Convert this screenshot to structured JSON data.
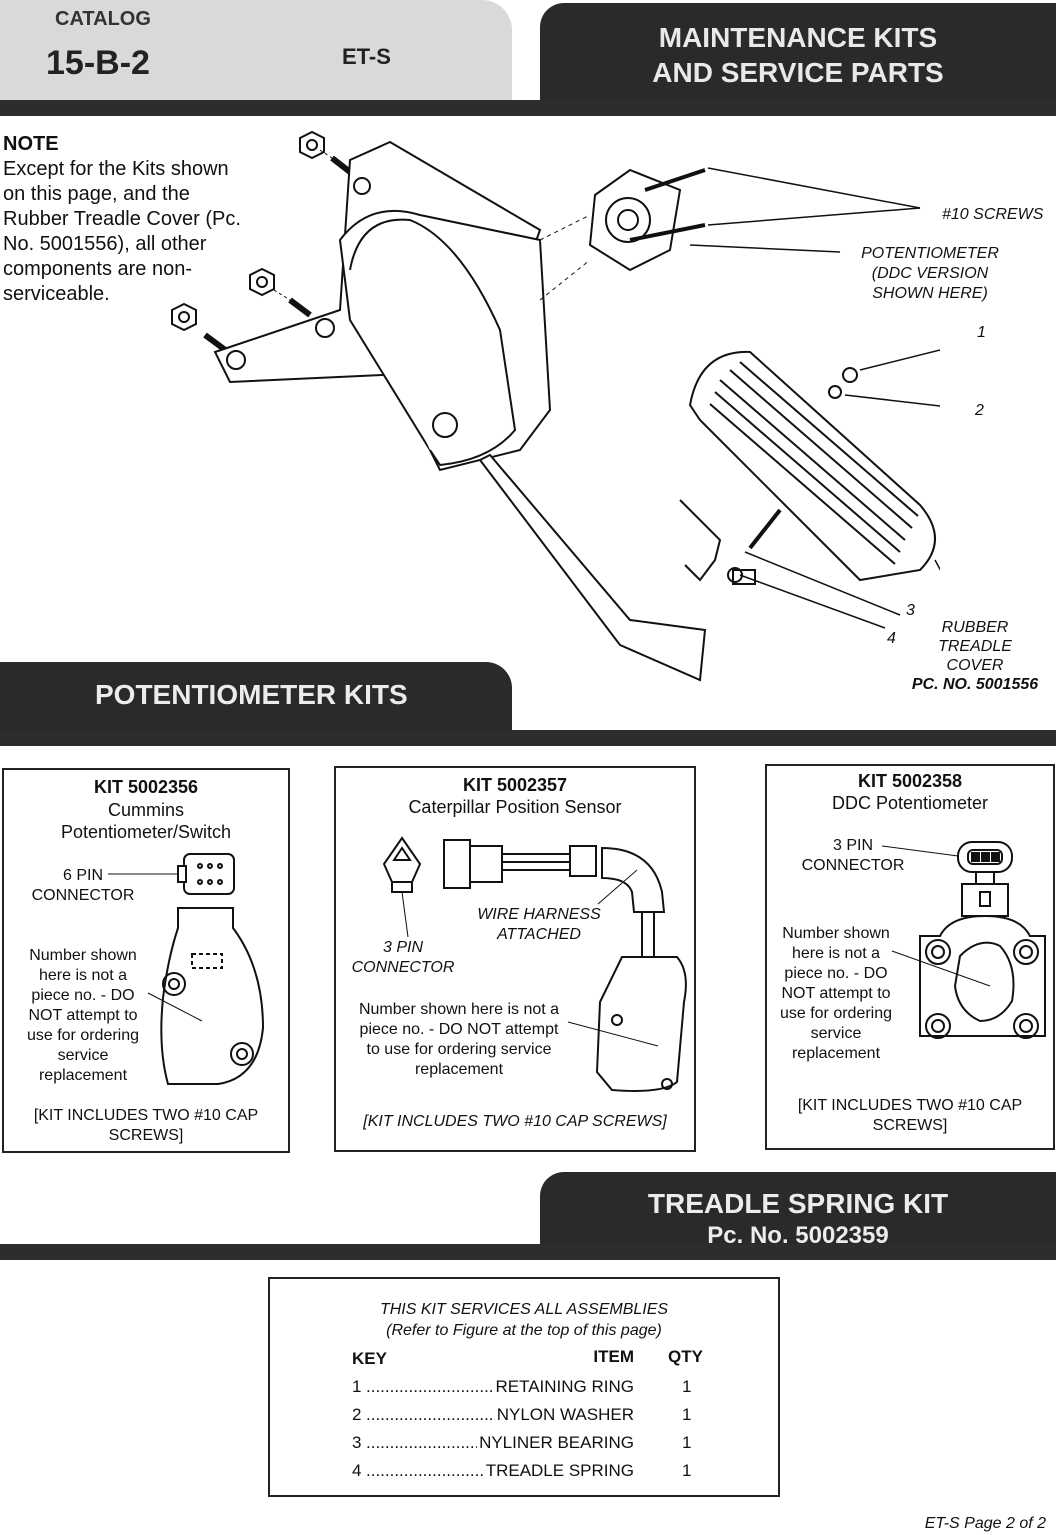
{
  "header": {
    "catalog_label": "CATALOG",
    "catalog_number": "15-B-2",
    "model": "ET-S",
    "title_line1": "MAINTENANCE KITS",
    "title_line2": "AND SERVICE PARTS"
  },
  "note": {
    "title": "NOTE",
    "body": "Except for the Kits shown on this page, and the Rubber Treadle Cover (Pc. No. 5001556), all other components are non-serviceable."
  },
  "figure": {
    "screws": "#10 SCREWS",
    "pot_line1": "POTENTIOMETER",
    "pot_line2": "(DDC VERSION",
    "pot_line3": "SHOWN HERE)",
    "key1": "1",
    "key2": "2",
    "key3": "3",
    "key4": "4",
    "cover_line1": "RUBBER",
    "cover_line2": "TREADLE",
    "cover_line3": "COVER",
    "cover_pc": "PC. NO. 5001556"
  },
  "potentiometer_kits": {
    "section_title": "POTENTIOMETER KITS",
    "kits": [
      {
        "kit": "KIT 5002356",
        "line1": "Cummins",
        "line2": "Potentiometer/Switch",
        "conn1": "6 PIN",
        "conn2": "CONNECTOR",
        "n1": "Number shown",
        "n2": "here is not a",
        "n3": "piece no. - DO",
        "n4": "NOT attempt to",
        "n5": "use for ordering",
        "n6": "service",
        "n7": "replacement",
        "includes1": "[KIT INCLUDES TWO #10 CAP",
        "includes2": "SCREWS]"
      },
      {
        "kit": "KIT 5002357",
        "line1": "Caterpillar Position Sensor",
        "harness1": "WIRE HARNESS",
        "harness2": "ATTACHED",
        "conn1": "3 PIN",
        "conn2": "CONNECTOR",
        "n1": "Number shown here is not a",
        "n2": "piece no. - DO NOT attempt",
        "n3": "to use for ordering service",
        "n4": "replacement",
        "includes": "[KIT INCLUDES TWO #10 CAP SCREWS]"
      },
      {
        "kit": "KIT  5002358",
        "line1": "DDC Potentiometer",
        "conn1": "3 PIN",
        "conn2": "CONNECTOR",
        "n1": "Number shown",
        "n2": "here is not a",
        "n3": "piece no. - DO",
        "n4": "NOT attempt to",
        "n5": "use for ordering",
        "n6": "service",
        "n7": "replacement",
        "includes1": "[KIT INCLUDES TWO #10 CAP",
        "includes2": "SCREWS]"
      }
    ]
  },
  "spring_kit": {
    "title": "TREADLE SPRING KIT",
    "pc": "Pc. No. 5002359",
    "services": "THIS KIT SERVICES ALL ASSEMBLIES",
    "refer": "(Refer to Figure at the top of this page)",
    "col_key": "KEY",
    "col_item": "ITEM",
    "col_qty": "QTY",
    "rows": [
      {
        "key": "1",
        "item": "RETAINING RING",
        "qty": "1"
      },
      {
        "key": "2",
        "item": "NYLON WASHER",
        "qty": "1"
      },
      {
        "key": "3",
        "item": "NYLINER BEARING",
        "qty": "1"
      },
      {
        "key": "4",
        "item": "TREADLE SPRING",
        "qty": "1"
      }
    ]
  },
  "footer": "ET-S Page 2 of 2"
}
